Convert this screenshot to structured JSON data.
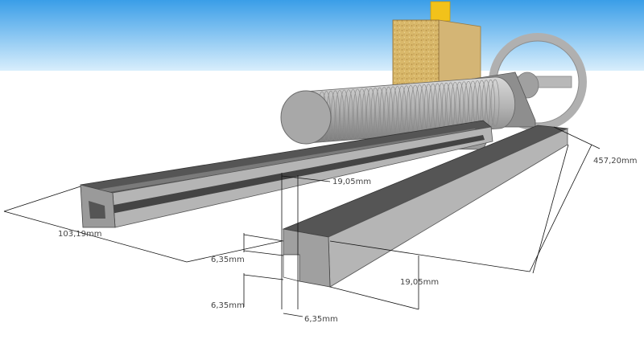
{
  "colors": {
    "sky_top": "#3a9ee8",
    "sky_bottom": "#d8eefc",
    "ground": "#ffffff",
    "rail_top": "#555555",
    "rail_side": "#b5b5b5",
    "rail_end": "#9a9a9a",
    "wood": "#d9b86a",
    "wood_front": "#c29a52",
    "cylinder": "#a6a6a6",
    "wheel": "#b0b0b0",
    "tab_yellow": "#f2c21a",
    "dimension_line": "#111111",
    "dimension_text": "#444444"
  },
  "dimensions": {
    "length": "457,20mm",
    "width": "103,19mm",
    "slot_width": "19,05mm",
    "rail_height": "19,05mm",
    "slot_depth_upper": "6,35mm",
    "slot_depth_lower": "6,35mm",
    "lip_width": "6,35mm"
  }
}
